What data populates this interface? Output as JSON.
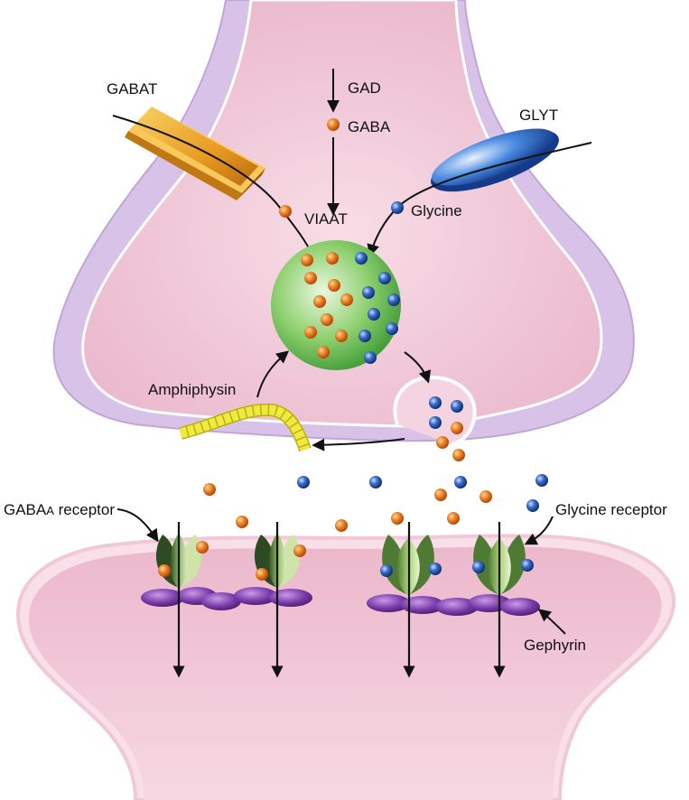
{
  "labels": {
    "gabat": "GABAT",
    "gad": "GAD",
    "gaba": "GABA",
    "glyt": "GLYT",
    "viaat": "VIAAT",
    "glycine": "Glycine",
    "amphiphysin": "Amphiphysin",
    "gaba_a_receptor_main": "GABA",
    "gaba_a_receptor_sub": "A",
    "gaba_a_receptor_tail": " receptor",
    "glycine_receptor": "Glycine receptor",
    "gephyrin": "Gephyrin"
  },
  "colors": {
    "gaba_ball": "#e8761e",
    "glycine_ball": "#2f5fb8",
    "presynaptic": "#f2c8d8",
    "postsynaptic": "#f0c4d6",
    "membrane_outline": "#c9b2dc",
    "vesicle": "#7cc860",
    "gabat_transporter": "#e8a22a",
    "glyt_transporter": "#3a7fd0",
    "amphiphysin": "#e8e838",
    "gephyrin": "#7a3ca8",
    "receptor": "#a8c878"
  },
  "icons": {
    "gaba_molecule": "orange-sphere",
    "glycine_molecule": "blue-sphere",
    "arrow": "arrow-icon"
  }
}
